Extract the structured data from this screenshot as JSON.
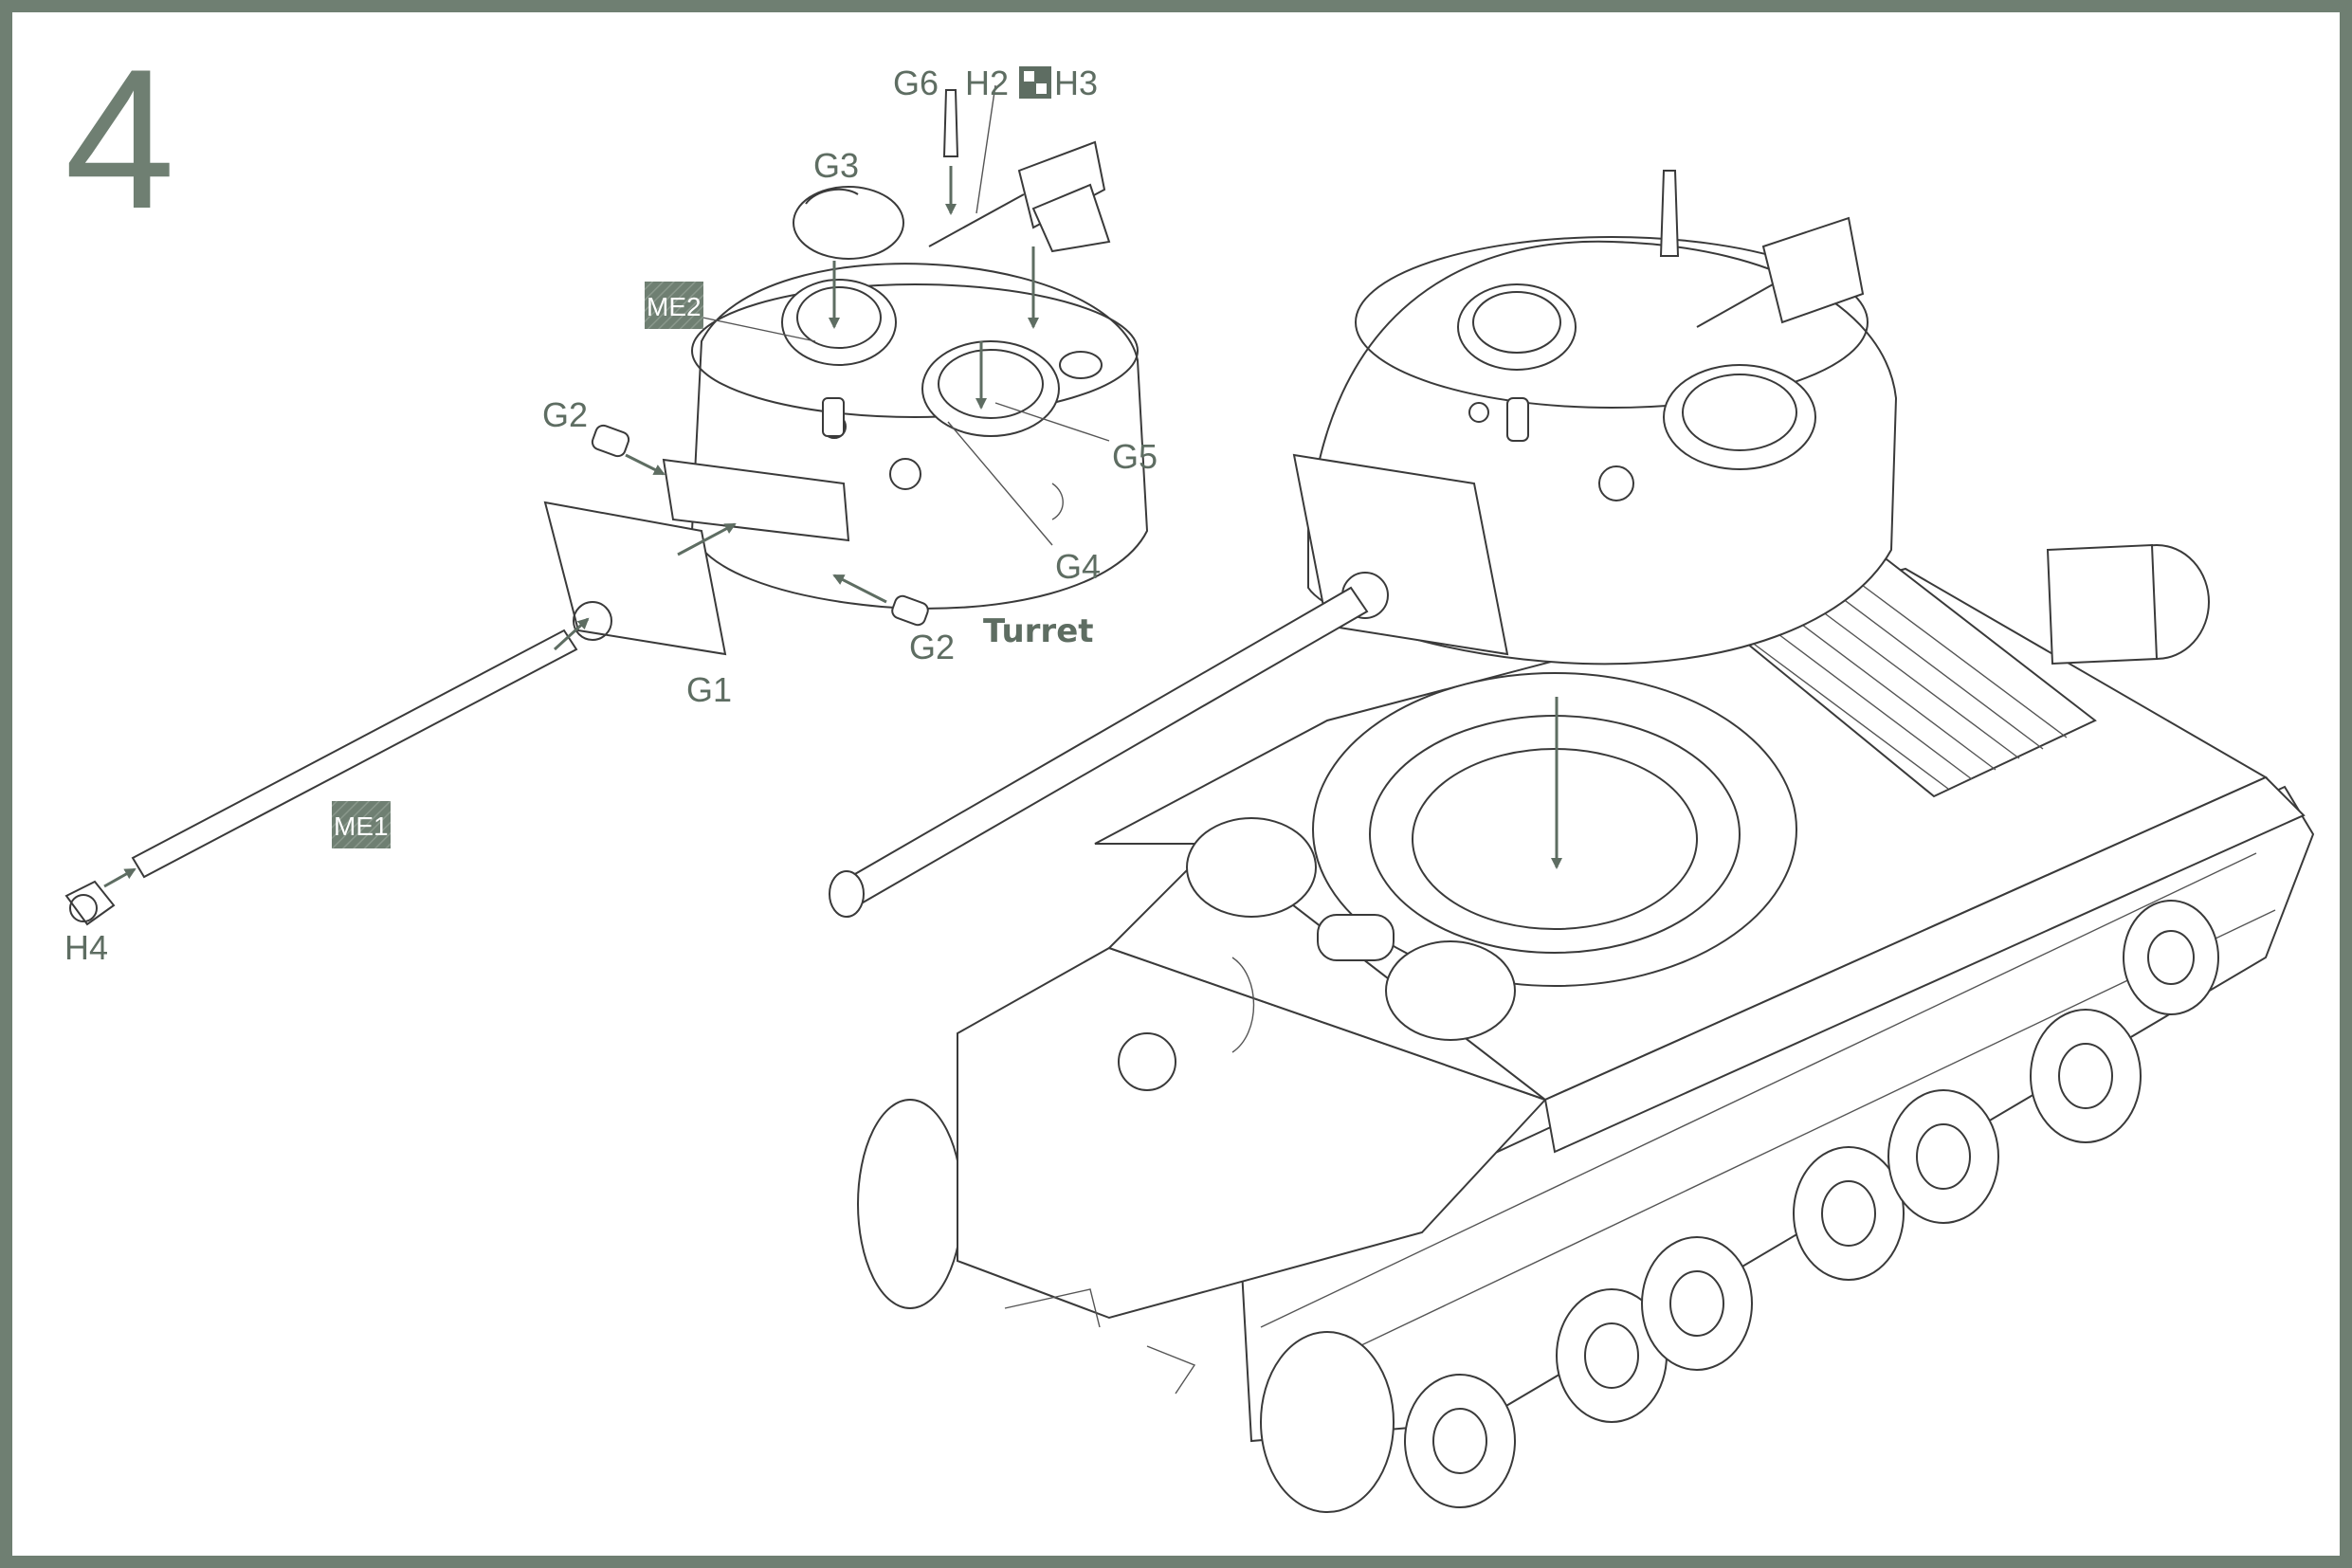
{
  "step": {
    "number": "4"
  },
  "labels": {
    "g6": "G6",
    "h2": "H2",
    "h3": "H3",
    "g3": "G3",
    "me2": "ME2",
    "g2_upper": "G2",
    "g5": "G5",
    "g4": "G4",
    "turret": "Turret",
    "g2_lower": "G2",
    "g1": "G1",
    "me1": "ME1",
    "h4": "H4"
  },
  "colors": {
    "accent": "#6f7f72",
    "badge": "#6f7f72",
    "line": "#3a3a3a"
  }
}
